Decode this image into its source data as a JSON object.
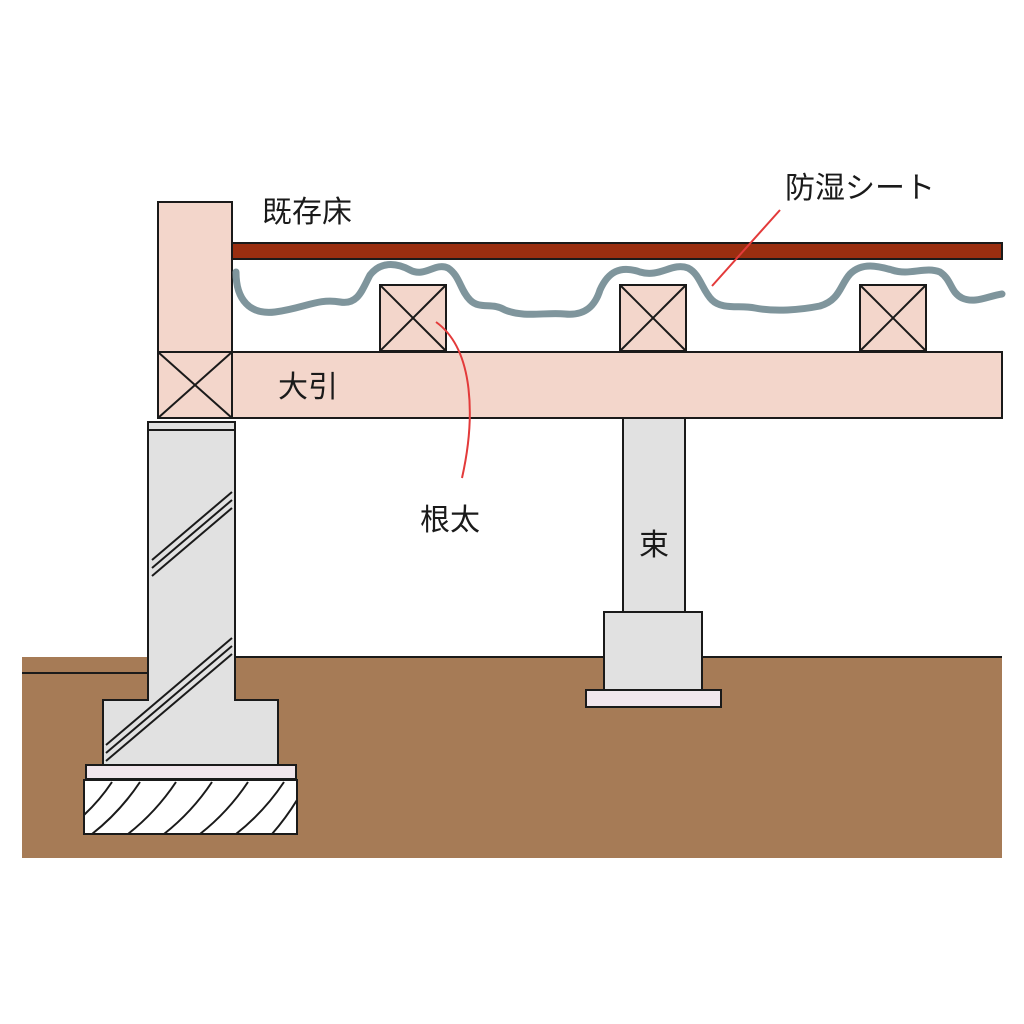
{
  "labels": {
    "existing_floor": "既存床",
    "moisture_sheet": "防湿シート",
    "main_beam": "大引",
    "joist": "根太",
    "floor_post": "束"
  },
  "colors": {
    "ground": "#a67b56",
    "timber": "#f3d6cb",
    "floorboard": "#9a2e10",
    "concrete": "#e1e1e1",
    "sheet": "#7f959c",
    "leader_line": "#e33a3a",
    "outline": "#1a1a1a",
    "pad": "#f1e6ec"
  },
  "icons": {
    "timber_section": "cross-section-x",
    "gravel_bed": "hatched-gravel"
  }
}
